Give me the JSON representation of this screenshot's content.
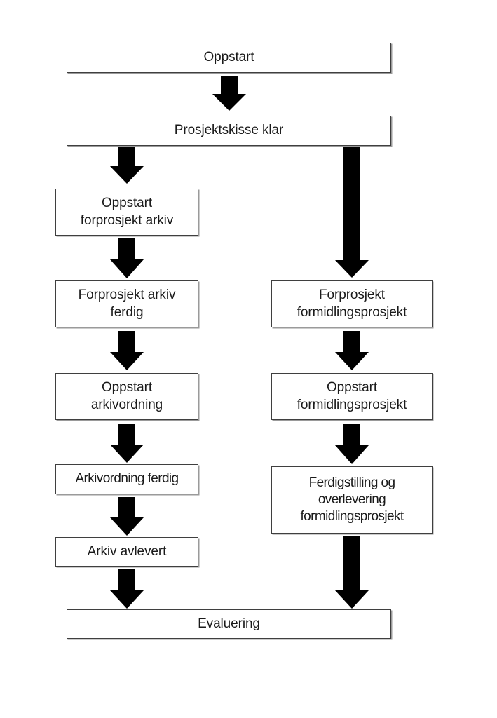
{
  "diagram": {
    "title": "Prosjektflyt arkiv og formidlingsprosjekt",
    "language": "no",
    "background_color": "#ffffff",
    "box_border_color": "#3f3f3f",
    "box_fill_color": "#ffffff",
    "arrow_color": "#000000",
    "text_color": "#1a1a1a",
    "nodes": {
      "oppstart": "Oppstart",
      "prosjektskisse_klar": "Prosjektskisse klar",
      "oppstart_forprosjekt_arkiv": "Oppstart\nforprosjekt arkiv",
      "forprosjekt_arkiv_ferdig": "Forprosjekt arkiv\nferdig",
      "oppstart_arkivordning": "Oppstart\narkivordning",
      "arkivordning_ferdig": "Arkivordning ferdig",
      "arkiv_avlevert": "Arkiv avlevert",
      "forprosjekt_formidlingsprosjekt": "Forprosjekt\nformidlingsprosjekt",
      "oppstart_formidlingsprosjekt": "Oppstart\nformidlingsprosjekt",
      "ferdigstilling_overlevering": "Ferdigstilling og\noverlevering\nformidlingsprosjekt",
      "evaluering": "Evaluering"
    },
    "arrows": [
      {
        "name": "arrow-oppstart-to-prosjektskisse",
        "direction": "down"
      },
      {
        "name": "arrow-prosjektskisse-to-oppstart-forprosjekt-arkiv",
        "direction": "down"
      },
      {
        "name": "arrow-prosjektskisse-to-forprosjekt-formidling",
        "direction": "down"
      },
      {
        "name": "arrow-oppstart-forprosjekt-to-forprosjekt-ferdig",
        "direction": "down"
      },
      {
        "name": "arrow-forprosjekt-ferdig-to-oppstart-arkivordning",
        "direction": "down"
      },
      {
        "name": "arrow-oppstart-arkivordning-to-arkivordning-ferdig",
        "direction": "down"
      },
      {
        "name": "arrow-arkivordning-ferdig-to-arkiv-avlevert",
        "direction": "down"
      },
      {
        "name": "arrow-arkiv-avlevert-to-evaluering",
        "direction": "down"
      },
      {
        "name": "arrow-forprosjekt-formidling-to-oppstart-formidling",
        "direction": "down"
      },
      {
        "name": "arrow-oppstart-formidling-to-ferdigstilling",
        "direction": "down"
      },
      {
        "name": "arrow-ferdigstilling-to-evaluering",
        "direction": "down"
      }
    ]
  }
}
